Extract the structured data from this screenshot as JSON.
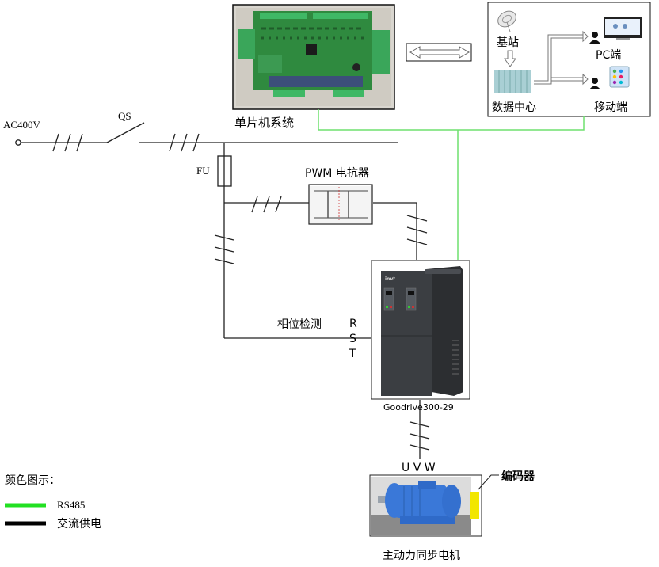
{
  "labels": {
    "source": "AC400V",
    "switch": "QS",
    "fuse": "FU",
    "mcu_system": "单片机系统",
    "reactor": "PWM 电抗器",
    "phase_detect": "相位检测",
    "phase_r": "R",
    "phase_s": "S",
    "phase_t": "T",
    "inverter_model": "Goodrive300-29",
    "inverter_brand": "invt",
    "motor_terminals": "U V W",
    "encoder": "编码器",
    "motor": "主动力同步电机"
  },
  "cloud_box": {
    "base_station": "基站",
    "data_center": "数据中心",
    "pc_terminal": "PC端",
    "mobile_terminal": "移动端"
  },
  "legend": {
    "title": "颜色图示：",
    "items": [
      {
        "label": "RS485",
        "color": "#22e022"
      },
      {
        "label": "交流供电",
        "color": "#000000"
      }
    ]
  },
  "colors": {
    "rs485": "#6fe06f",
    "power": "#222222",
    "encoder": "#f2e600",
    "motor": "#3a78d8",
    "inverter": "#3b3e42",
    "pcb": "#2f8a3f"
  }
}
